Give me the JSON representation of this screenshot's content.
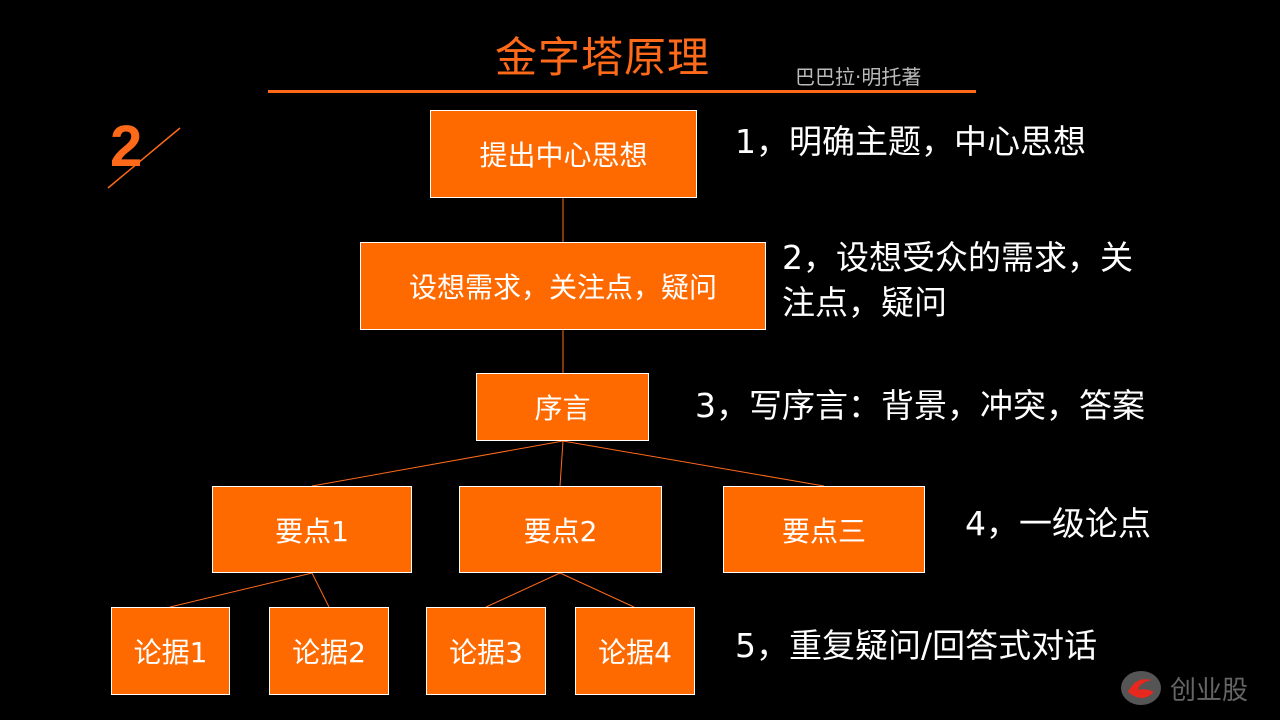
{
  "slide": {
    "title": "金字塔原理",
    "author": "巴巴拉·明托著",
    "number": "2"
  },
  "nodes": {
    "main_idea": "提出中心思想",
    "needs": "设想需求，关注点，疑问",
    "preface": "序言",
    "point_1": "要点1",
    "point_2": "要点2",
    "point_3": "要点三",
    "arg_1": "论据1",
    "arg_2": "论据2",
    "arg_3": "论据3",
    "arg_4": "论据4"
  },
  "notes": {
    "step_1": "1，明确主题，中心思想",
    "step_2_line1": "2，设想受众的需求，关",
    "step_2_line2": "注点，疑问",
    "step_3": "3，写序言：背景，冲突，答案",
    "step_4": "4，一级论点",
    "step_5": "5，重复疑问/回答式对话"
  },
  "logo": {
    "text": "创业股",
    "icon": "brand-swirl-icon"
  },
  "colors": {
    "accent": "#FF6A00",
    "background": "#000000",
    "connector": "#FF6A1A"
  }
}
